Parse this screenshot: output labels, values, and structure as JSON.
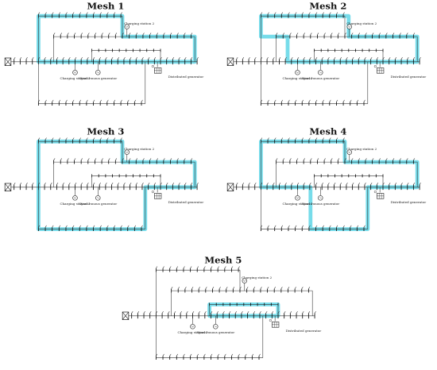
{
  "meshes": [
    {
      "title": "Mesh 1",
      "highlight": "upper"
    },
    {
      "title": "Mesh 2",
      "highlight": "upper-inner"
    },
    {
      "title": "Mesh 3",
      "highlight": "outer"
    },
    {
      "title": "Mesh 4",
      "highlight": "lower-right"
    },
    {
      "title": "Mesh 5",
      "highlight": "middle"
    }
  ],
  "labels": {
    "charging_station_1": "Charging station 1",
    "charging_station_2": "Charging station 2",
    "synchronous_generator": "Synchronous generator",
    "distributed_generator": "Distributed generator"
  },
  "colors": {
    "highlight": "#5fd6e6",
    "line": "#333333"
  },
  "icons": [
    "transformer-icon",
    "charging-station-icon",
    "generator-icon",
    "solar-panel-icon"
  ]
}
